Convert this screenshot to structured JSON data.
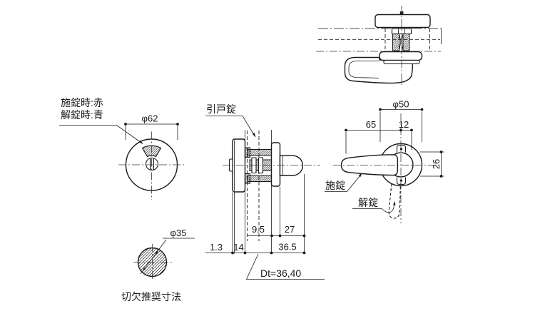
{
  "views": {
    "indicator_front": {
      "note_locked": "施錠時:赤",
      "note_unlocked": "解錠時:青",
      "dim_diameter": "φ62"
    },
    "cutout_detail": {
      "dim_diameter": "φ35",
      "caption": "切欠推奨寸法"
    },
    "side_section": {
      "part_label": "引戸錠",
      "dim_spacer": "9.5",
      "dim_knob": "27",
      "dim_flange": "1.3",
      "dim_plate_depth": "14",
      "dim_projection": "36.5",
      "dim_door_thickness": "Dt=36,40"
    },
    "lever_front": {
      "dim_rose_diameter": "φ50",
      "dim_lever_length": "65",
      "dim_offset": "12",
      "dim_hub_height": "26",
      "label_locked": "施錠",
      "label_unlocked": "解錠"
    }
  },
  "colors": {
    "line": "#1a1a1a",
    "centerline": "#3a3a3a",
    "background": "#ffffff"
  }
}
